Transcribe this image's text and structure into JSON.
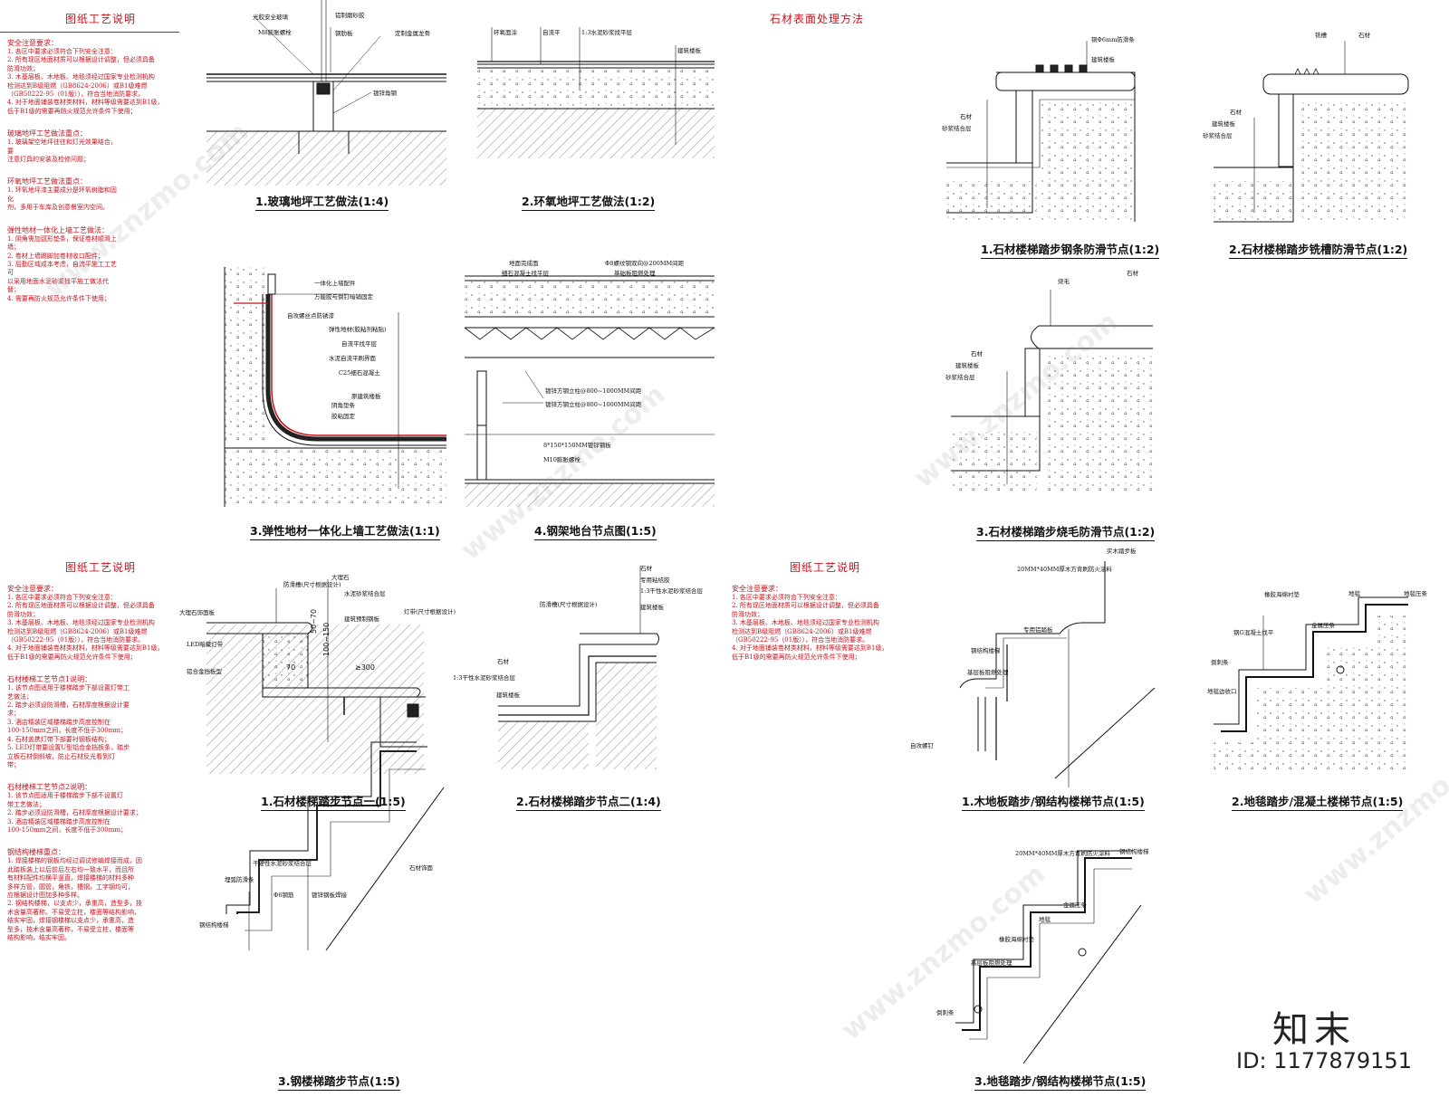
{
  "notes_top": {
    "title": "图纸工艺说明",
    "groups": [
      {
        "head": "安全注意要求：",
        "lines": [
          "1. 各区中要求必须符合下列安全注意：",
          "2. 所有现区地面材质可以根据设计调整，但必须具备",
          "   防滑功效；",
          "3. 木基层板、木地板、地毯须经过国家专业检测机构",
          "   检测达到B级阻燃（GB8624-2006）或B1级难燃",
          "   （GB50222-95（01版）），符合当地消防要求。",
          "4. 对于地面铺装卷材类材料，材料等级需要达到B1级，",
          "   低于B1级的需要再防火规范允许条件下使用；"
        ]
      },
      {
        "head": "玻璃地坪工艺做法重点：",
        "lines": [
          "1. 玻璃架空地坪往往和灯光效果结合，",
          "   要",
          "   注意灯具的安装及检修问题；"
        ]
      },
      {
        "head": "环氧地坪工艺做法重点：",
        "lines": [
          "1. 环氧地坪漆主要成分是环氧树脂和固",
          "   化",
          "   剂，多用于车库及创意餐室内空间。"
        ]
      },
      {
        "head": "弹性地材一体化上墙工艺做法：",
        "lines": [
          "1. 阴角需加弧形垫条，保证卷材顺滑上",
          "   墙；",
          "2. 卷材上墙踢脚加卷材收口配件；",
          "3. 后勤区域成本考虑，自流平施工工艺",
          "   可",
          "   以采用地面水泥砂浆找平施工做法代",
          "   替；",
          "4. 需要再防火规范允许条件下使用；"
        ]
      }
    ]
  },
  "notes_bottom": {
    "title": "图纸工艺说明",
    "groups": [
      {
        "head": "安全注意要求：",
        "lines": [
          "1. 各区中要求必须符合下列安全注意：",
          "2. 所有现区地面材质可以根据设计调整，但必须具备",
          "   防滑功效；",
          "3. 木基层板、木地板、地毯须经过国家专业检测机构",
          "   检测达到B级阻燃（GB8624-2006）或B1级难燃",
          "   （GB50222-95（01版）），符合当地消防要求。",
          "4. 对于地面铺装卷材类材料，材料等级需要达到B1级，",
          "   低于B1级的需要再防火规范允许条件下使用；"
        ]
      },
      {
        "head": "石材楼梯工艺节点1说明：",
        "lines": [
          "1. 该节点图适用于楼梯踏步下部设置灯带工",
          "   艺做法；",
          "2. 踏步必须设防滑槽，石材厚度根据设计要",
          "   求；",
          "3. 酒店精装区域楼梯踏步高度控制在",
          "   100-150mm之间，长度不低于300mm；",
          "4. 石材盖携灯带下部要衬钢板结构；",
          "5. LED灯带要设置U型铝合金挡板条，踏步",
          "   立板石材倒斜坡，防止石材反光看到灯",
          "   带；"
        ]
      },
      {
        "head": "石材楼梯工艺节点2说明：",
        "lines": [
          "1. 该节点图适用于楼梯踏步下部不设置灯",
          "   带工艺做法；",
          "2. 踏步必须设防滑槽，石材厚度根据设计要求；",
          "3. 酒店精装区域楼梯踏步高度控制在",
          "   100-150mm之间，长度不低于300mm；"
        ]
      },
      {
        "head": "钢结构楼梯重点：",
        "lines": [
          "1. 焊接楼梯的钢板均经过调试修编焊接而成，因",
          "   此踏板装上以后前后左右均一致水平，而且所",
          "   有材料配件均横平竖直，焊接楼梯的材料多种",
          "   多样方管，圆管，角铁，槽钢，工字钢均可，",
          "   应根据设计图加多种多样。",
          "2. 钢结构楼梯，以支点少，承重高，造型多，技",
          "   术含量高著称。不易受立柱，楼面等结构影响，",
          "   结实牢固，焊接钢楼梯以支点少，承重高，造",
          "   型多，技术含量高著称，不易受立柱，楼面等",
          "   结构影响，结实牢固。"
        ]
      }
    ]
  },
  "section_titles": {
    "stone_surface": "石材表面处理方法",
    "notes_right": "图纸工艺说明"
  },
  "notes_right": {
    "groups": [
      {
        "head": "安全注意要求：",
        "lines": [
          "1. 各区中要求必须符合下列安全注意：",
          "2. 所有现区地面材质可以根据设计调整，但必须具备",
          "   防滑功效；",
          "3. 木基层板、木地板、地毯须经过国家专业检测机构",
          "   检测达到B级阻燃（GB8624-2006）或B1级难燃",
          "   （GB50222-95（01版）），符合当地消防要求。",
          "4. 对于地面铺装卷材类材料，材料等级需要达到B1级，",
          "   低于B1级的需要再防火规范允许条件下使用；"
        ]
      }
    ]
  },
  "captions": {
    "glass": "1.玻璃地坪工艺做法(1:4)",
    "epoxy": "2.环氧地坪工艺做法(1:2)",
    "elastic": "3.弹性地材一体化上墙工艺做法(1:1)",
    "steelframe": "4.钢架地台节点图(1:5)",
    "stone_strip": "1.石材楼梯踏步钢条防滑节点(1:2)",
    "stone_milled": "2.石材楼梯踏步铣槽防滑节点(1:2)",
    "stone_flamed": "3.石材楼梯踏步烧毛防滑节点(1:2)",
    "stone_step1": "1.石材楼梯踏步节点一(1:5)",
    "stone_step2": "2.石材楼梯踏步节点二(1:4)",
    "steel_step": "3.钢楼梯踏步节点(1:5)",
    "wood_step": "1.木地板踏步/钢结构楼梯节点(1:5)",
    "carpet_concrete": "2.地毯踏步/混凝土楼梯节点(1:5)",
    "carpet_steel": "3.地毯踏步/钢结构楼梯节点(1:5)"
  },
  "labels": {
    "glass": [
      "光胶安全玻璃",
      "M8膨胀螺栓",
      "铝制磨砂胶",
      "钢肋板",
      "定制金属龙骨",
      "镀锌角钢"
    ],
    "epoxy": [
      "环氧面涂",
      "自流平",
      "1:3水泥砂浆找平层",
      "建筑楼板"
    ],
    "elastic": [
      "一体化上墙配件",
      "万能胶与倒钉暗铺固定",
      "自攻螺丝点防锈漆",
      "弹性地材(胶粘剂粘贴)",
      "自流平找平层",
      "水泥自流平刷界面",
      "C25细石混凝土",
      "原建筑楼板",
      "阴角垫条",
      "胶粘固定"
    ],
    "steelframe": [
      "地面完成面",
      "细石混凝土找平层",
      "Φ8螺纹钢双向@200MM间距",
      "基础板阻燃处理",
      "镀锌方钢立柱@800~1000MM间距",
      "镀锌方钢立柱@800~1000MM间距",
      "8*150*150MM镀锌钢板",
      "M10膨胀螺栓"
    ],
    "stone_strip": [
      "铜Φ6mm防滑条",
      "建筑楼板",
      "石材",
      "砂浆结合层"
    ],
    "stone_milled": [
      "铣槽",
      "石材",
      "石材",
      "建筑楼板",
      "砂浆结合层"
    ],
    "stone_flamed": [
      "烧毛",
      "石材",
      "石材",
      "建筑楼板",
      "砂浆结合层"
    ],
    "stone_step1": [
      "防滑槽(尺寸根据设计)",
      "大理石",
      "水泥砂浆结合层",
      "建筑预制钢板",
      "灯带(尺寸根据设计)",
      "大理石饰面板",
      "LED暗藏灯带",
      "铝合金挡板型"
    ],
    "stone_step2": [
      "防滑槽(尺寸根据设计)",
      "石材",
      "专用粘结胶",
      "1:3干性水泥砂浆结合层",
      "建筑楼板",
      "石材",
      "1:3干性水泥砂浆结合层",
      "建筑楼板"
    ],
    "steel_step": [
      "干硬性水泥砂浆结合层",
      "石材饰面",
      "埋弧防滑条",
      "Φ6钢筋",
      "镀锌钢板焊接",
      "钢结构楼梯"
    ],
    "wood_step": [
      "实木踏步板",
      "20MM*40MM厚木方背刷防火涂料",
      "专用铝踏板",
      "钢结构楼梯",
      "基层板阻燃处理",
      "自攻螺钉"
    ],
    "carpet_concrete": [
      "地毯",
      "地毯压条",
      "橡胶海绵衬垫",
      "钢G混凝土找平",
      "金属压条",
      "倒刺条",
      "地毯边收口"
    ],
    "carpet_steel": [
      "钢结构楼梯",
      "20MM*40MM厚木方背刷防火涂料",
      "金属压条",
      "地毯",
      "橡胶海绵衬垫",
      "基层板阻燃处理",
      "倒刺条"
    ]
  },
  "dims": {
    "d1": "50~70",
    "d2": "100~150",
    "d3": "70",
    "d4": "≥300"
  },
  "watermark_text": "www.znzmo.com",
  "brand": "知末",
  "image_id": "ID: 1177879151"
}
